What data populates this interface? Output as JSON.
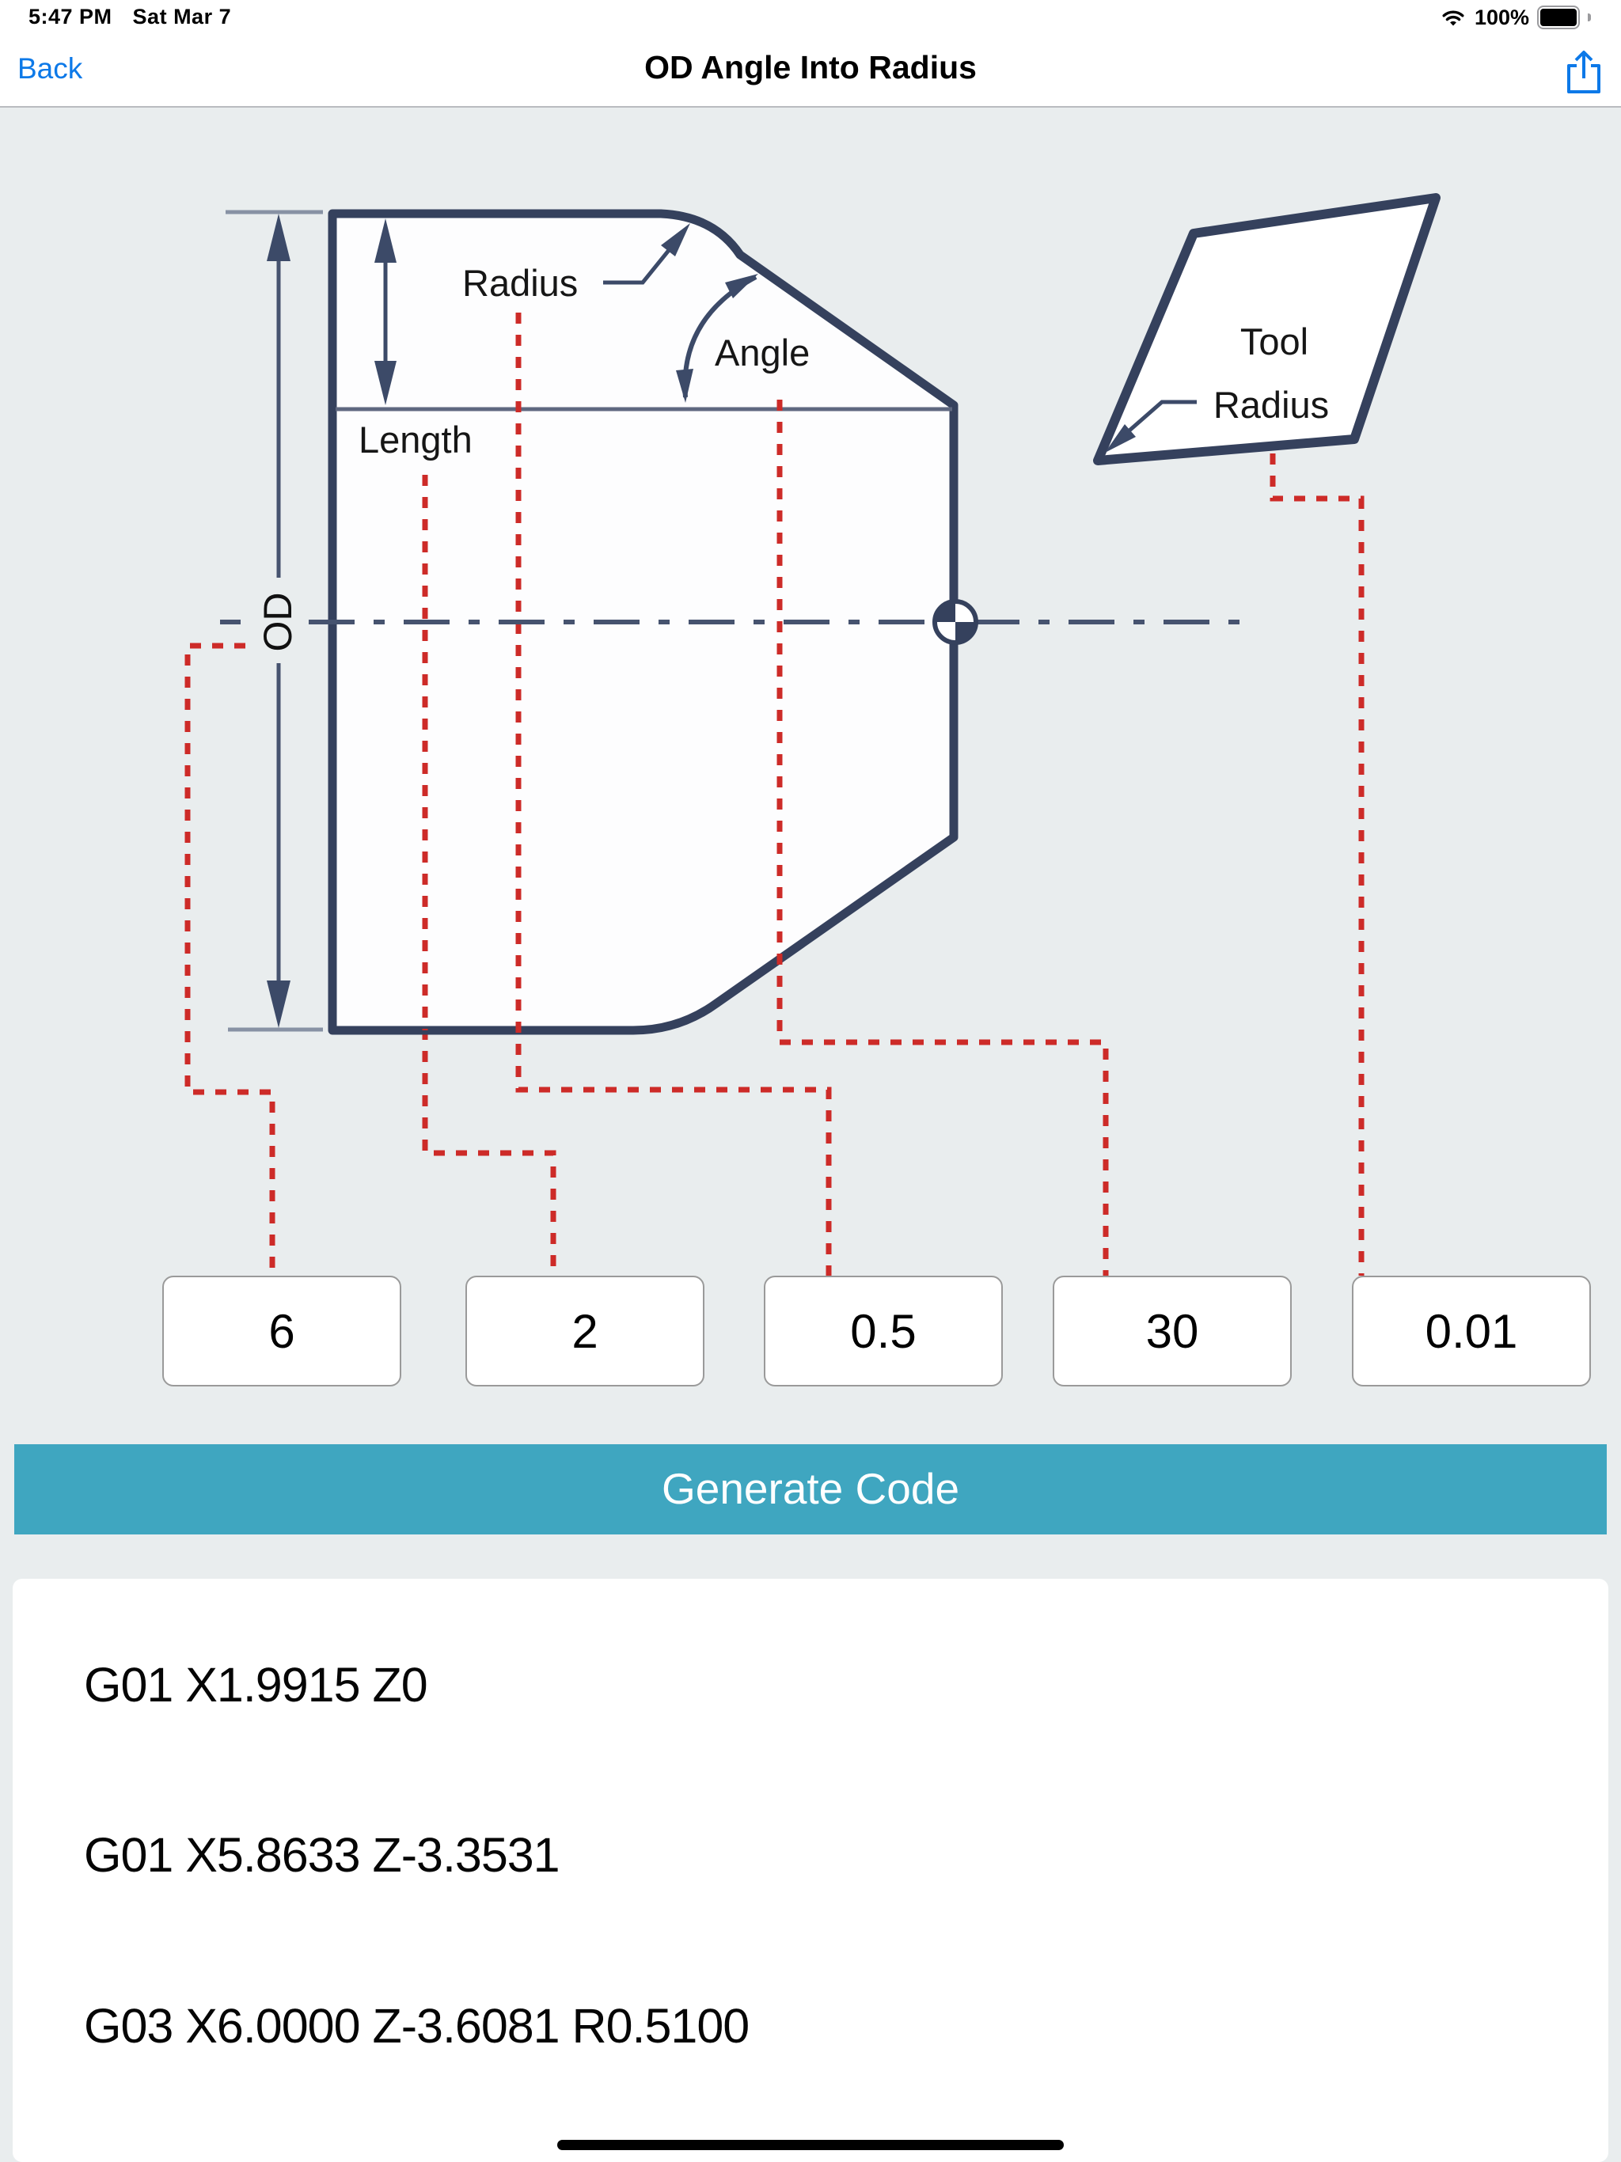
{
  "status_bar": {
    "time": "5:47 PM",
    "date": "Sat Mar 7",
    "battery_percent": "100%"
  },
  "nav": {
    "back_label": "Back",
    "title": "OD Angle Into Radius"
  },
  "diagram": {
    "labels": {
      "radius": "Radius",
      "angle": "Angle",
      "length": "Length",
      "od": "OD",
      "tool_line1": "Tool",
      "tool_line2": "Radius"
    }
  },
  "fields": [
    {
      "name": "od",
      "value": "6"
    },
    {
      "name": "length",
      "value": "2"
    },
    {
      "name": "radius",
      "value": "0.5"
    },
    {
      "name": "angle",
      "value": "30"
    },
    {
      "name": "tool_radius",
      "value": "0.01"
    }
  ],
  "generate_button_label": "Generate Code",
  "code_lines": [
    "G01 X1.9915 Z0",
    "G01 X5.8633 Z-3.3531",
    "G03 X6.0000 Z-3.6081 R0.5100"
  ],
  "colors": {
    "accent_teal": "#3fa6c0",
    "diagram_navy": "#35415d",
    "dimension_red": "#cd2b28",
    "link_blue": "#0d79e8",
    "background_gray": "#e9edee"
  }
}
